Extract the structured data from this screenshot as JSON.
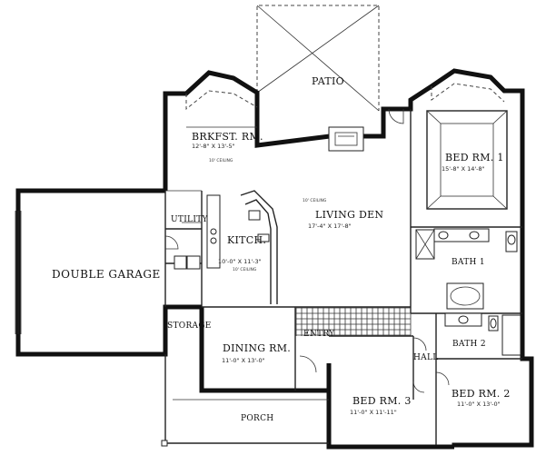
{
  "rooms": {
    "patio": {
      "name": "PATIO"
    },
    "brkfst": {
      "name": "BRKFST. RM.",
      "dims": "12'-8\" X 13'-5\"",
      "ceiling": "10' CEILING"
    },
    "bed1": {
      "name": "BED RM. 1",
      "dims": "15'-8\" X 14'-8\""
    },
    "living": {
      "name": "LIVING DEN",
      "dims": "17'-4\" X 17'-8\"",
      "ceiling": "10' CEILING"
    },
    "utility": {
      "name": "UTILITY"
    },
    "kitch": {
      "name": "KITCH.",
      "dims": "10'-0\" X 11'-3\"",
      "ceiling": "10' CEILING"
    },
    "garage": {
      "name": "DOUBLE GARAGE"
    },
    "storage": {
      "name": "STORAGE"
    },
    "bath1": {
      "name": "BATH 1"
    },
    "entry": {
      "name": "ENTRY"
    },
    "dining": {
      "name": "DINING RM.",
      "dims": "11'-0\" X 13'-0\""
    },
    "hall": {
      "name": "HALL"
    },
    "bath2": {
      "name": "BATH 2"
    },
    "bed2": {
      "name": "BED RM. 2",
      "dims": "11'-0\" X 13'-0\""
    },
    "bed3": {
      "name": "BED RM. 3",
      "dims": "11'-0\" X 11'-11\""
    },
    "porch": {
      "name": "PORCH"
    }
  }
}
